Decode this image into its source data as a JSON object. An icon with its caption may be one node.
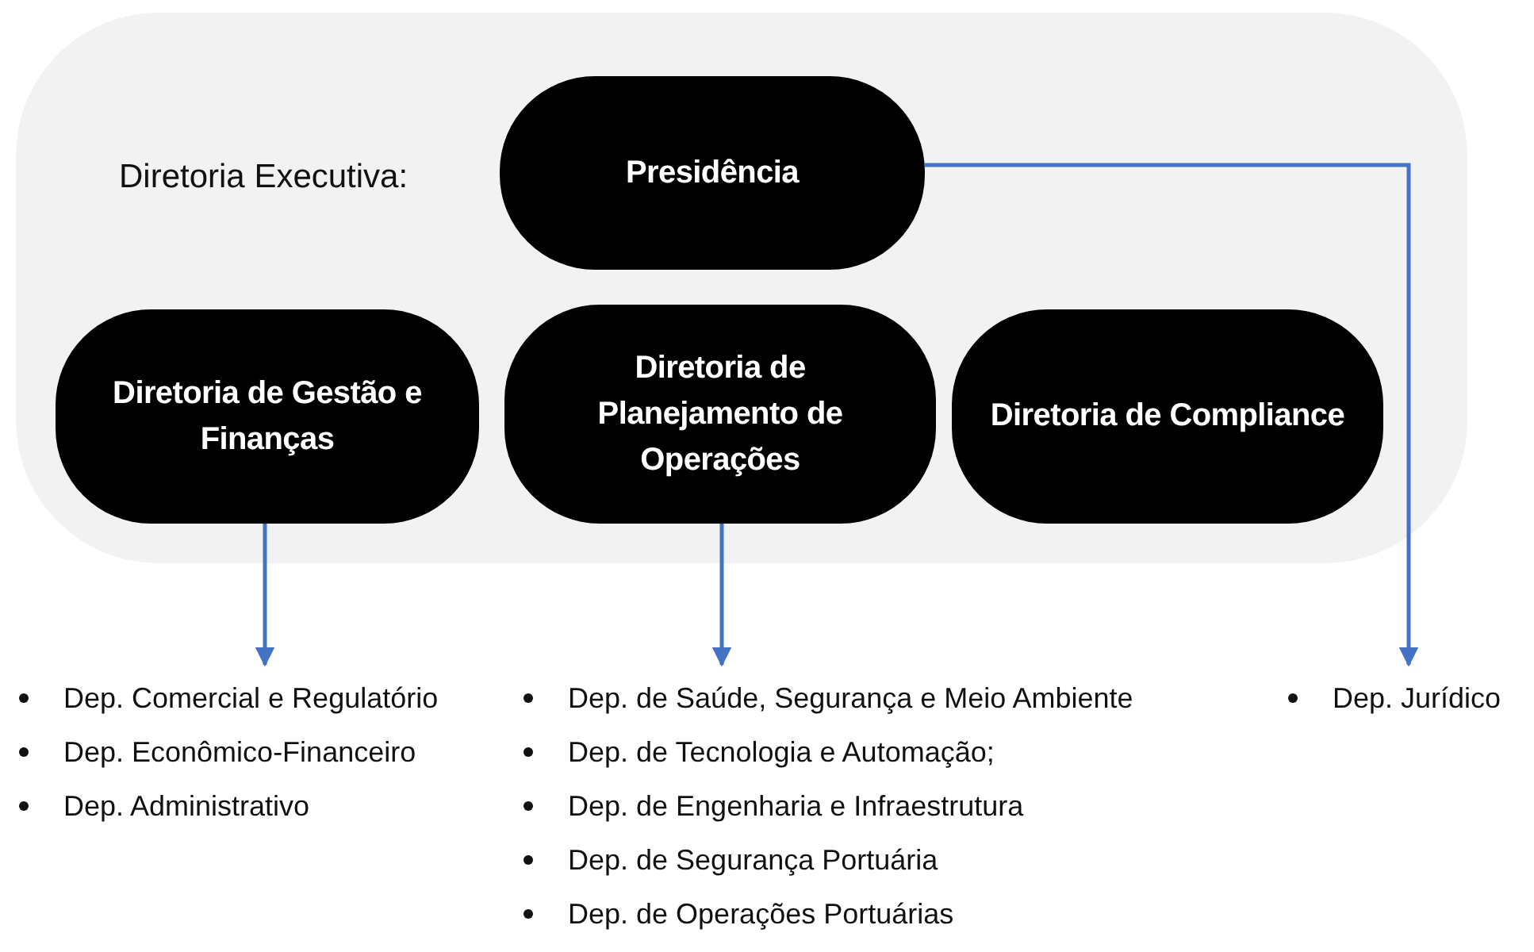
{
  "diagram": {
    "nodes": [
      {
        "text": [
          "Diretoria Executiva:"
        ]
      },
      {
        "text": [
          "Presidência"
        ],
        "in": 0
      },
      {
        "text": [
          "Diretoria de Gestão e Finanças"
        ],
        "in": 0
      },
      {
        "text": [
          "Diretoria de Planejamento de Operações"
        ],
        "in": 0
      },
      {
        "text": [
          "Diretoria de Compliance"
        ],
        "in": 0
      },
      {
        "text": [
          "Dep. Comercial e Regulatório",
          "Dep. Econômico-Financeiro",
          "Dep. Administrativo"
        ]
      },
      {
        "text": [
          "Dep. de Saúde, Segurança e Meio Ambiente",
          "Dep. de Tecnologia e Automação;",
          "Dep. de Engenharia e Infraestrutura",
          "Dep. de Segurança Portuária",
          "Dep. de Operações Portuárias"
        ]
      },
      {
        "text": [
          "Dep. Jurídico"
        ]
      }
    ],
    "edges": [
      {
        "from": 1,
        "to": 7,
        "arrow": "to"
      },
      {
        "from": 2,
        "to": 5,
        "arrow": "to"
      },
      {
        "from": 3,
        "to": 6,
        "arrow": "to"
      }
    ]
  }
}
